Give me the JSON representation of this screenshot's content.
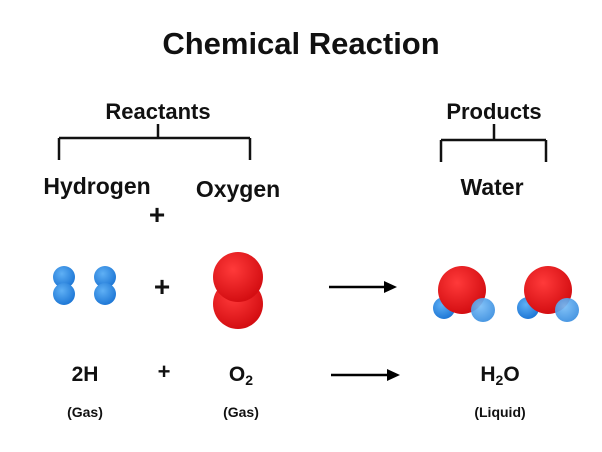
{
  "title": "Chemical Reaction",
  "groups": {
    "reactants": "Reactants",
    "products": "Products"
  },
  "species": {
    "hydrogen": "Hydrogen",
    "oxygen": "Oxygen",
    "water": "Water"
  },
  "operators": {
    "plus_names": "+",
    "plus_molecules": "+",
    "plus_formula": "+"
  },
  "equation": {
    "hydrogen_formula": "2H",
    "oxygen_symbol": "O",
    "oxygen_subscript": "2",
    "water_symbol_h": "H",
    "water_subscript": "2",
    "water_symbol_o": "O"
  },
  "states": {
    "hydrogen": "(Gas)",
    "oxygen": "(Gas)",
    "water": "(Liquid)"
  },
  "colors": {
    "hydrogen_atom": "#2f8de4",
    "oxygen_atom": "#e5141b",
    "bracket": "#111111",
    "arrow": "#000000"
  }
}
